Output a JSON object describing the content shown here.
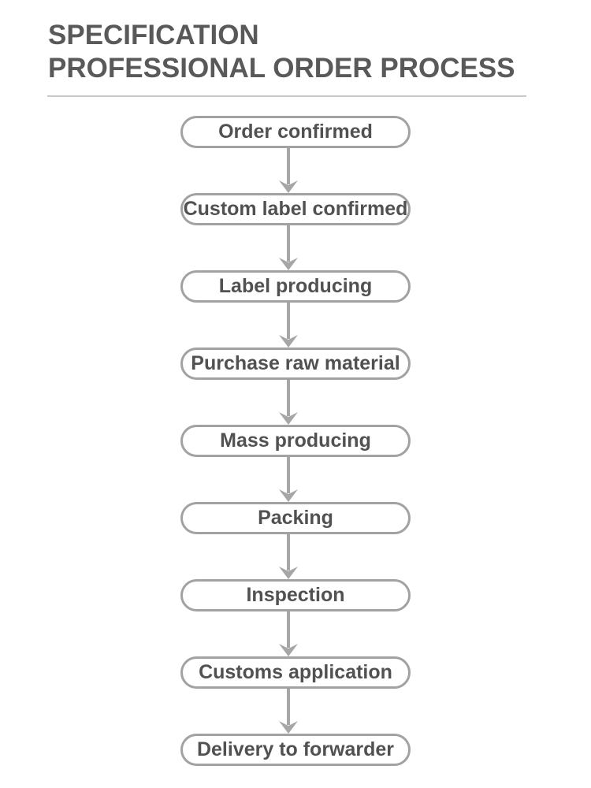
{
  "page": {
    "background_color": "#ffffff"
  },
  "header": {
    "title_line1": "SPECIFICATION",
    "title_line2": "PROFESSIONAL ORDER PROCESS",
    "title_color": "#595959",
    "divider_color": "#c9c9c9"
  },
  "flowchart": {
    "type": "vertical-flow",
    "box_border_color": "#a2a2a2",
    "box_text_color": "#515151",
    "arrow_color": "#a6a6a6",
    "arrow_icon": "arrow-down-icon",
    "steps": [
      {
        "label": "Order confirmed"
      },
      {
        "label": "Custom label confirmed"
      },
      {
        "label": "Label producing"
      },
      {
        "label": "Purchase raw material"
      },
      {
        "label": "Mass producing"
      },
      {
        "label": "Packing"
      },
      {
        "label": "Inspection"
      },
      {
        "label": "Customs application"
      },
      {
        "label": "Delivery to forwarder"
      }
    ]
  }
}
